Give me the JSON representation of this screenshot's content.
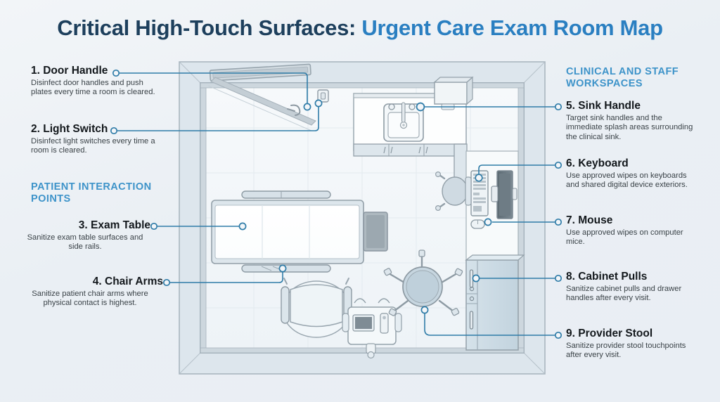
{
  "title": {
    "part1": "Critical High-Touch Surfaces:",
    "part2": "Urgent Care Exam Room Map"
  },
  "sections": [
    {
      "id": "patient-interaction",
      "label": "PATIENT INTERACTION POINTS"
    },
    {
      "id": "clinical-staff",
      "label": "CLINICAL AND STAFF WORKSPACES"
    }
  ],
  "callouts": [
    {
      "number": "1.",
      "title": "1. Door Handle",
      "desc": "Disinfect door handles and push plates every time a room is cleared.",
      "side": "left",
      "icon": "door-handle-icon"
    },
    {
      "number": "2.",
      "title": "2. Light Switch",
      "desc": "Disinfect light switches every time a room is cleared.",
      "side": "left",
      "icon": "light-switch-icon"
    },
    {
      "number": "3.",
      "title": "3. Exam Table",
      "desc": "Sanitize exam table surfaces and side rails.",
      "side": "left",
      "icon": "exam-table-icon"
    },
    {
      "number": "4.",
      "title": "4. Chair Arms",
      "desc": "Sanitize patient chair arms where physical contact is highest.",
      "side": "left",
      "icon": "chair-arms-icon"
    },
    {
      "number": "5.",
      "title": "5. Sink Handle",
      "desc": "Target sink handles and the immediate splash areas surrounding the clinical sink.",
      "side": "right",
      "icon": "sink-handle-icon"
    },
    {
      "number": "6.",
      "title": "6. Keyboard",
      "desc": "Use approved wipes on keyboards and shared digital device exteriors.",
      "side": "right",
      "icon": "keyboard-icon"
    },
    {
      "number": "7.",
      "title": "7. Mouse",
      "desc": "Use approved wipes on computer mice.",
      "side": "right",
      "icon": "mouse-icon"
    },
    {
      "number": "8.",
      "title": "8. Cabinet Pulls",
      "desc": "Sanitize cabinet pulls and drawer handles after every visit.",
      "side": "right",
      "icon": "cabinet-pulls-icon"
    },
    {
      "number": "9.",
      "title": "9. Provider Stool",
      "desc": "Sanitize provider stool touchpoints after every visit.",
      "side": "right",
      "icon": "provider-stool-icon"
    }
  ],
  "floorplan": {
    "name": "urgent-care-exam-room-floor-plan",
    "objects": [
      "door",
      "light-switch-plate",
      "sink-counter",
      "wall-dispenser",
      "upper-cabinets",
      "monitor",
      "keyboard",
      "mouse",
      "desk-chair",
      "exam-table",
      "exam-table-side-rails",
      "patient-chair",
      "vitals-monitor-cart",
      "provider-stool",
      "tall-cabinet"
    ]
  },
  "colors": {
    "title_dark": "#1d3f5c",
    "title_accent": "#2a7fc1",
    "section_header": "#3d93c9",
    "leader_line": "#2f7ca8",
    "body_text": "#3a4247",
    "background": "#eef2f6"
  }
}
